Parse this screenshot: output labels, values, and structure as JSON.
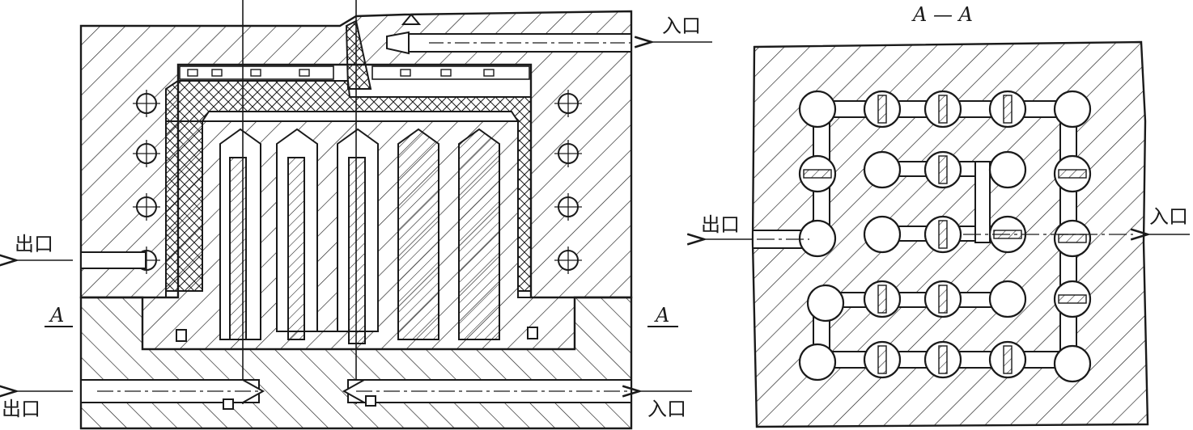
{
  "labels": {
    "inlet_top": "入口",
    "outlet_left_mid": "出口",
    "section_mark_left": "A",
    "section_mark_right": "A",
    "outlet_left_bottom": "出口",
    "inlet_bottom": "入口",
    "section_title": "A — A",
    "section_outlet": "出口",
    "section_inlet": "入口"
  },
  "colors": {
    "line": "#1a1a1a",
    "background": "#ffffff"
  }
}
